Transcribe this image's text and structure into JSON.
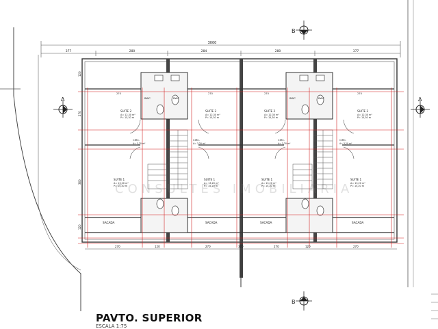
{
  "drawing": {
    "title": "PAVTO. SUPERIOR",
    "scale_note": "ESCALA 1:75",
    "watermark": "CONSULTES IMOBILIARIA",
    "section_markers": {
      "a": "A",
      "b": "B"
    },
    "units": [
      {
        "bedroom_top": {
          "name": "SUITE 2",
          "area": "A= 12,30 m²",
          "perimeter": "P= 15,30 m"
        },
        "bedroom_bottom": {
          "name": "SUITE 1",
          "area": "A= 13,20 m²",
          "perimeter": "P= 15,20 m"
        },
        "closet": {
          "name": "CIRC.",
          "area": "A= 3,20 m²"
        },
        "bath": "BWC",
        "balcony": "SACADA"
      },
      {
        "bedroom_top": {
          "name": "SUITE 2",
          "area": "A= 12,30 m²",
          "perimeter": "P= 15,30 m"
        },
        "bedroom_bottom": {
          "name": "SUITE 1",
          "area": "A= 13,20 m²",
          "perimeter": "P= 15,20 m"
        },
        "closet": {
          "name": "CIRC.",
          "area": "A= 3,20 m²"
        },
        "bath": "BWC",
        "balcony": "SACADA"
      },
      {
        "bedroom_top": {
          "name": "SUITE 2",
          "area": "A= 12,30 m²",
          "perimeter": "P= 15,30 m"
        },
        "bedroom_bottom": {
          "name": "SUITE 1",
          "area": "A= 13,20 m²",
          "perimeter": "P= 15,20 m"
        },
        "closet": {
          "name": "CIRC.",
          "area": "A= 3,20 m²"
        },
        "bath": "BWC",
        "balcony": "SACADA"
      },
      {
        "bedroom_top": {
          "name": "SUITE 2",
          "area": "A= 12,30 m²",
          "perimeter": "P= 15,30 m"
        },
        "bedroom_bottom": {
          "name": "SUITE 1",
          "area": "A= 13,20 m²",
          "perimeter": "P= 15,20 m"
        },
        "closet": {
          "name": "CIRC.",
          "area": "A= 3,20 m²"
        },
        "bath": "BWC",
        "balcony": "SACADA"
      }
    ],
    "dimensions": {
      "overall_top": "3000",
      "segments_top": [
        "377",
        "280",
        "284",
        "280",
        "377"
      ],
      "bottom": [
        "270",
        "120",
        "270",
        "370",
        "270",
        "120",
        "270"
      ],
      "side": [
        "120",
        "270",
        "360",
        "120"
      ],
      "room_width": "270"
    },
    "colors": {
      "wall": "#333333",
      "dimension": "#d11f1f",
      "background": "#ffffff"
    }
  }
}
